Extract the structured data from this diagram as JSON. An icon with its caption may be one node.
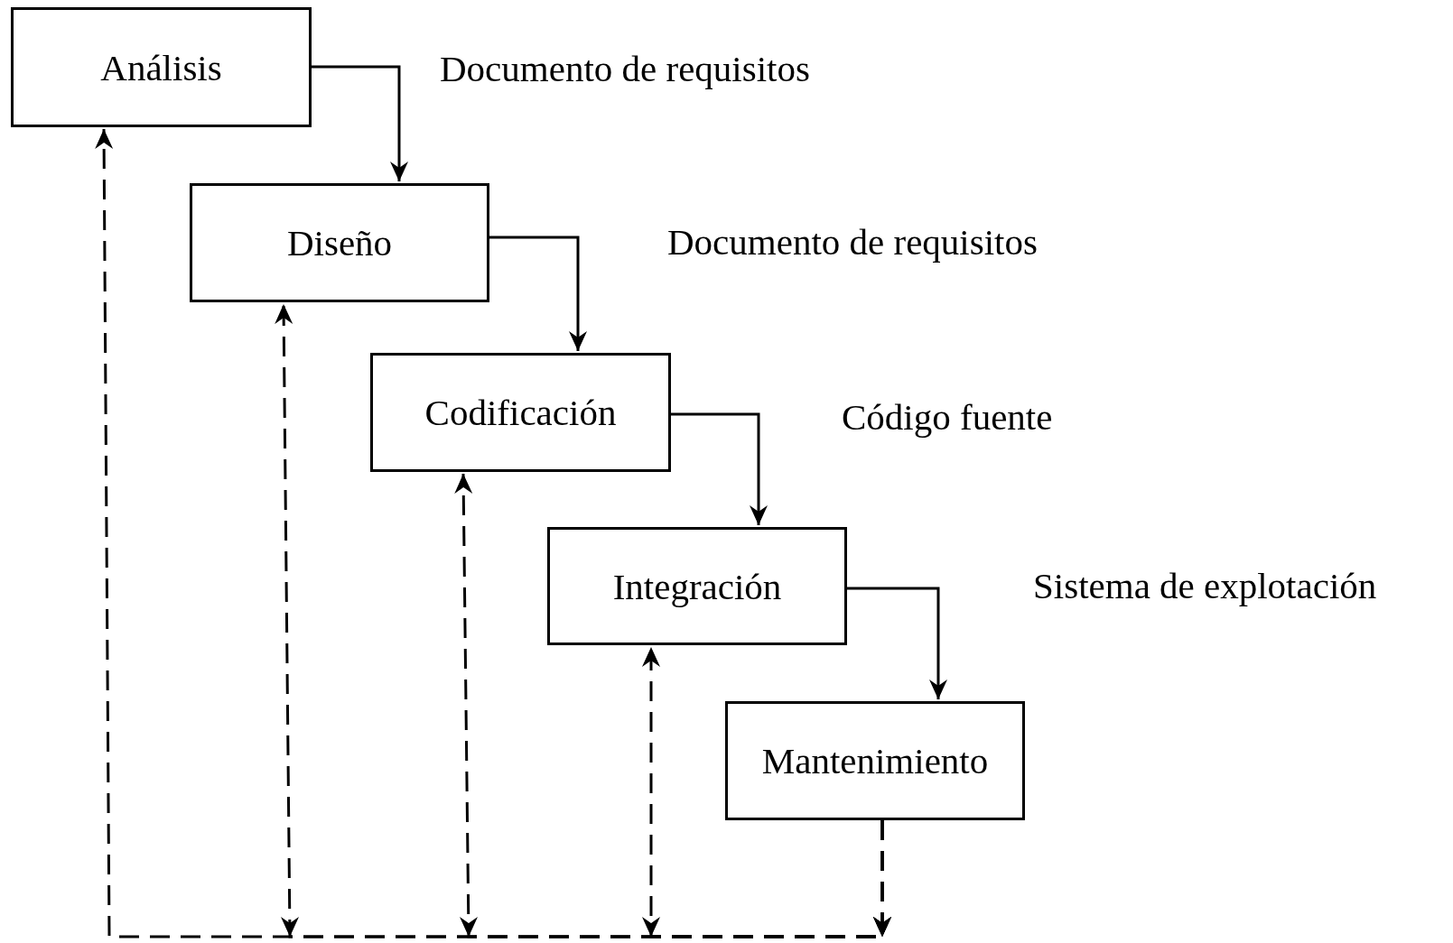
{
  "diagram": {
    "nodes": [
      {
        "text": [
          "Análisis"
        ]
      },
      {
        "text": [
          "Diseño"
        ]
      },
      {
        "text": [
          "Codificación"
        ]
      },
      {
        "text": [
          "Integración"
        ]
      },
      {
        "text": [
          "Mantenimiento"
        ]
      }
    ],
    "edges": [
      {
        "from": 0,
        "to": 1,
        "arrow": "to"
      },
      {
        "from": 1,
        "to": 2,
        "arrow": "to"
      },
      {
        "from": 2,
        "to": 3,
        "arrow": "to"
      },
      {
        "from": 3,
        "to": 4,
        "arrow": "to"
      },
      {
        "from": 4,
        "to": 0,
        "arrow": "to",
        "style": "dashed"
      },
      {
        "from": 4,
        "to": 1,
        "arrow": "to",
        "style": "dashed"
      },
      {
        "from": 4,
        "to": 2,
        "arrow": "to",
        "style": "dashed"
      },
      {
        "from": 4,
        "to": 3,
        "arrow": "to",
        "style": "dashed"
      }
    ],
    "labels": [
      "Documento de requisitos",
      "Documento de requisitos",
      "Código fuente",
      "Sistema de explotación"
    ]
  }
}
